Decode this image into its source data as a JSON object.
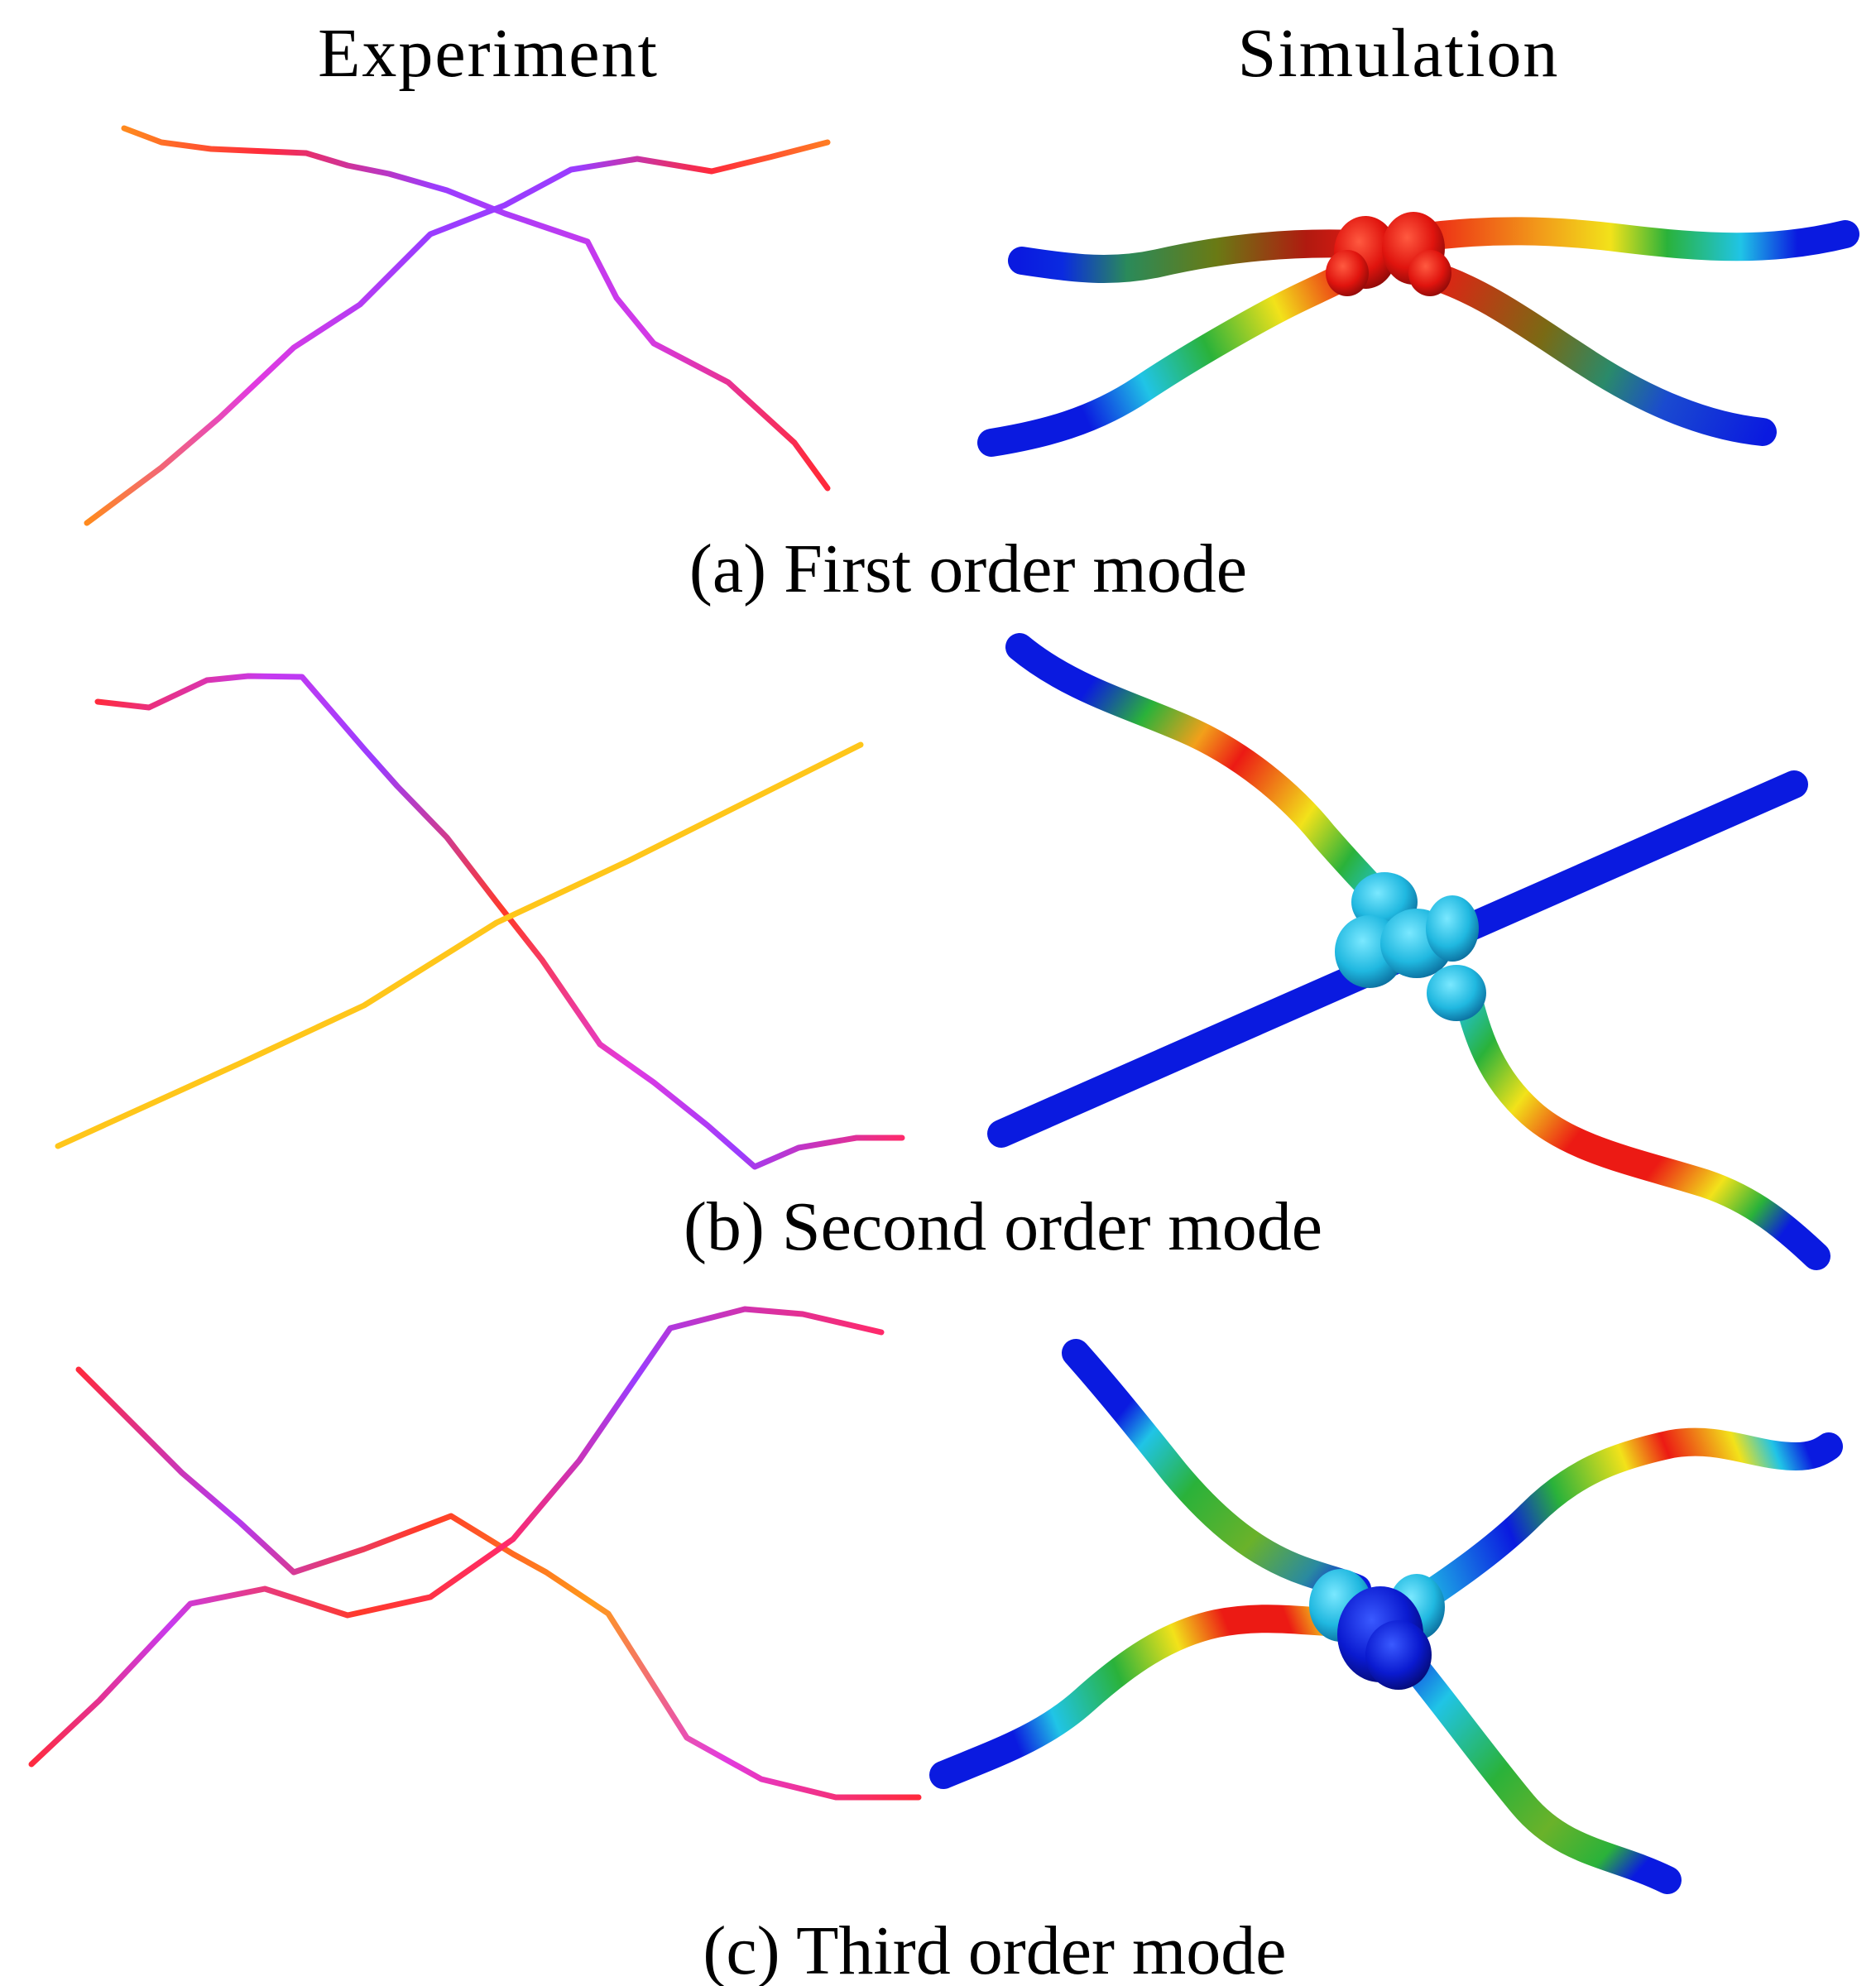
{
  "headings": {
    "experiment": "Experiment",
    "simulation": "Simulation"
  },
  "captions": {
    "a": "(a) First order mode",
    "b": "(b) Second order mode",
    "c": "(c) Third order mode"
  },
  "colors": {
    "exp_orange": "#ff8a1e",
    "exp_red": "#ff2a3c",
    "exp_magenta": "#e23ae0",
    "exp_purple": "#9a3cff",
    "exp_yellow": "#ffc61a",
    "sim_blue": "#0a1ae0",
    "sim_cyan": "#20c4e6",
    "sim_green": "#2ab23a",
    "sim_yellow": "#f2e21a",
    "sim_red": "#ec1a14"
  }
}
